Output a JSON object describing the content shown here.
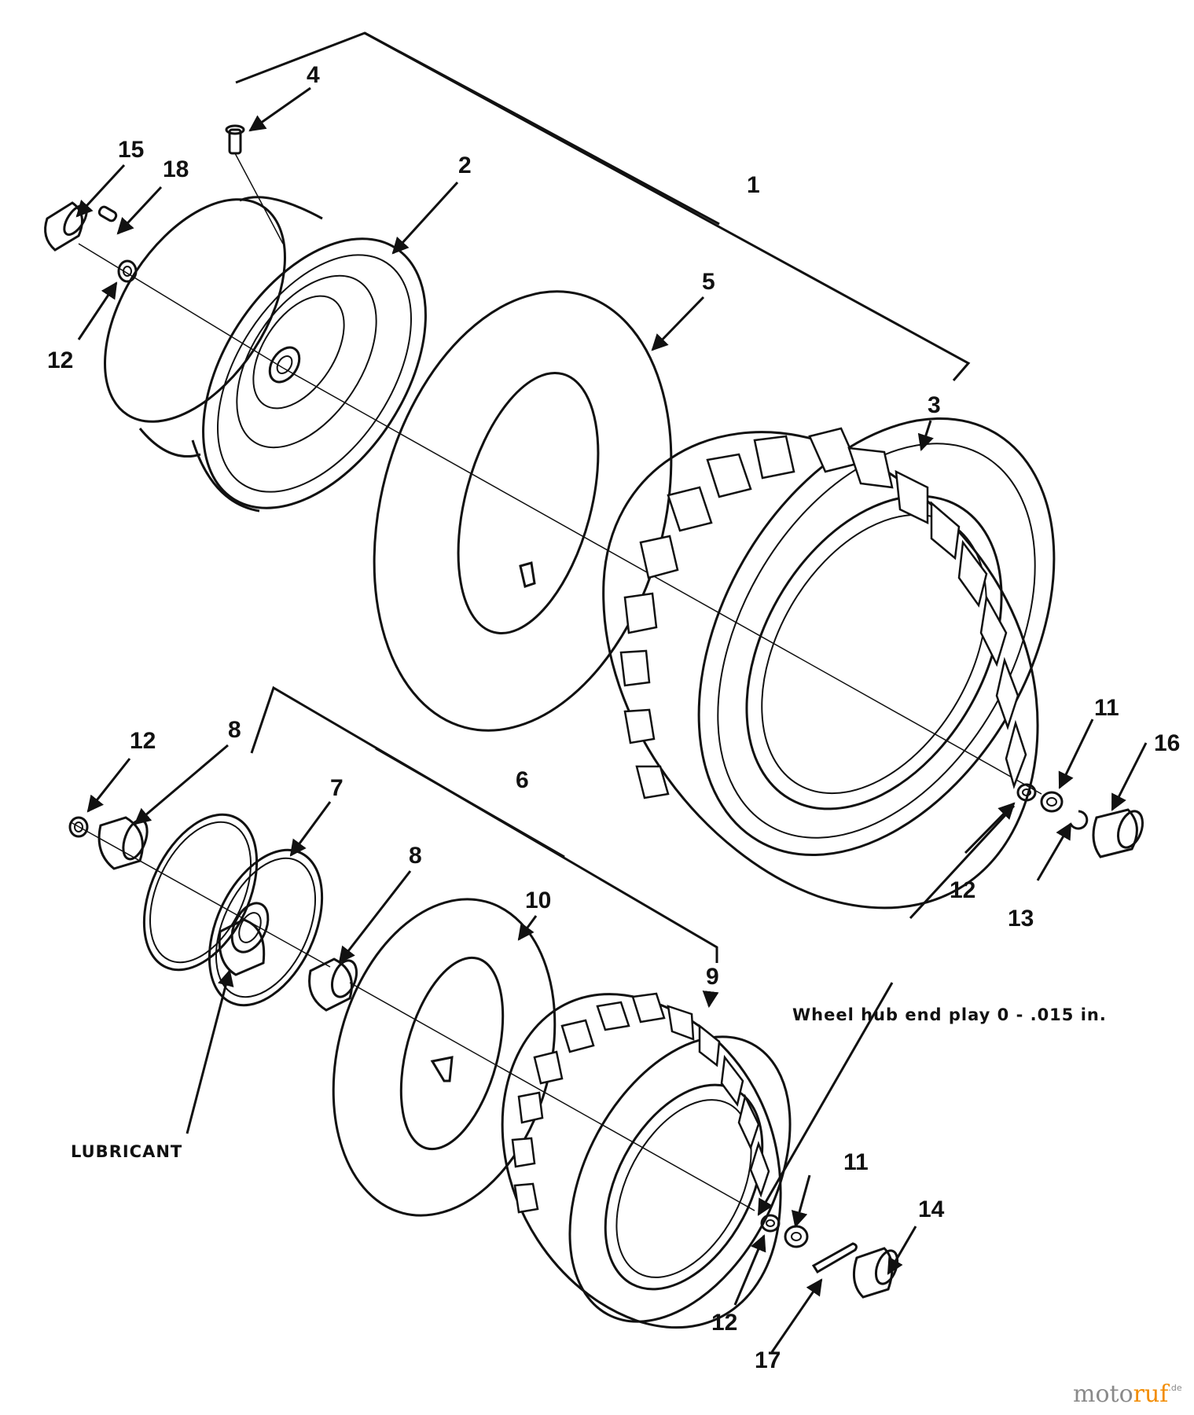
{
  "callouts": {
    "c1": "1",
    "c2": "2",
    "c3": "3",
    "c4": "4",
    "c5": "5",
    "c6": "6",
    "c7": "7",
    "c8a": "8",
    "c8b": "8",
    "c9": "9",
    "c10": "10",
    "c11a": "11",
    "c11b": "11",
    "c12a": "12",
    "c12b": "12",
    "c12c": "12",
    "c12d": "12",
    "c13": "13",
    "c14": "14",
    "c15": "15",
    "c16": "16",
    "c17": "17",
    "c18": "18"
  },
  "notes": {
    "lubricant": "LUBRICANT",
    "end_play": "Wheel hub end play 0 - .015 in."
  },
  "watermark": {
    "brand_a": "moto",
    "brand_b": "ruf",
    "suffix": ".de"
  }
}
